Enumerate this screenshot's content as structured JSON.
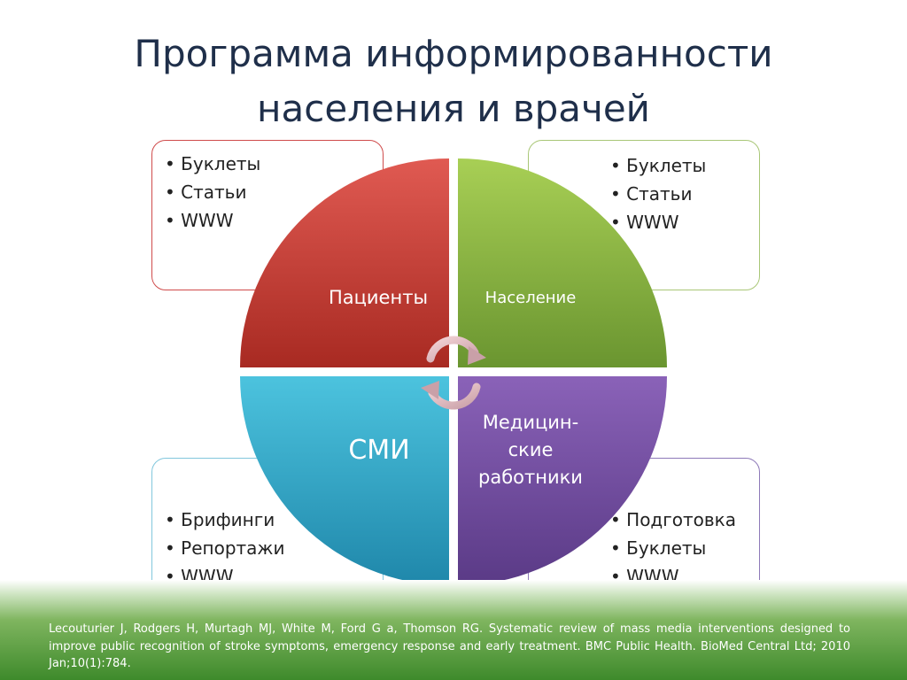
{
  "title": {
    "line1": "Программа информированности",
    "line2": "населения и врачей"
  },
  "quadrants": {
    "top_left": {
      "label": "Пациенты",
      "color": "#c0392b"
    },
    "top_right": {
      "label": "Население",
      "color": "#7ea83a"
    },
    "bottom_left": {
      "label": "СМИ",
      "color": "#2aa2c4"
    },
    "bottom_right": {
      "label_lines": [
        "Медицин-",
        "ские",
        "работники"
      ],
      "color": "#6a4a9a"
    }
  },
  "boxes": {
    "top_left": {
      "items": [
        "Буклеты",
        "Статьи",
        "WWW"
      ]
    },
    "top_right": {
      "items": [
        "Буклеты",
        "Статьи",
        "WWW"
      ]
    },
    "bottom_left": {
      "items": [
        "Брифинги",
        "Репортажи",
        "WWW"
      ]
    },
    "bottom_right": {
      "items": [
        "Подготовка",
        "Буклеты",
        "WWW"
      ]
    }
  },
  "center_icon": "circular-arrows-icon",
  "citation": "Lecouturier J, Rodgers H, Murtagh MJ, White M, Ford G a, Thomson RG. Systematic review of mass media interventions designed to improve public recognition of stroke symptoms, emergency response and early treatment. BMC Public Health. BioMed Central Ltd; 2010 Jan;10(1):784."
}
